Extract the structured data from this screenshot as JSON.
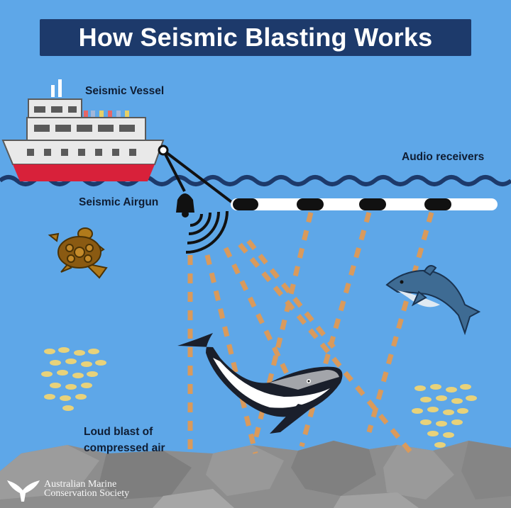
{
  "title": "How Seismic Blasting Works",
  "labels": {
    "seismic_vessel": "Seismic Vessel",
    "audio_receivers": "Audio receivers",
    "seismic_airgun": "Seismic Airgun",
    "loud_blast": "Loud blast of compressed air"
  },
  "logo": {
    "line1": "Australian Marine",
    "line2": "Conservation Society",
    "icon": "whale-tail-icon"
  },
  "colors": {
    "ocean": "#5ea7e8",
    "title_bg": "#1d3a6b",
    "wave_line": "#1d3a6b",
    "sound_path": "#d99a5c",
    "seabed": "#8a8a8a",
    "vessel_hull": "#d8213a"
  }
}
